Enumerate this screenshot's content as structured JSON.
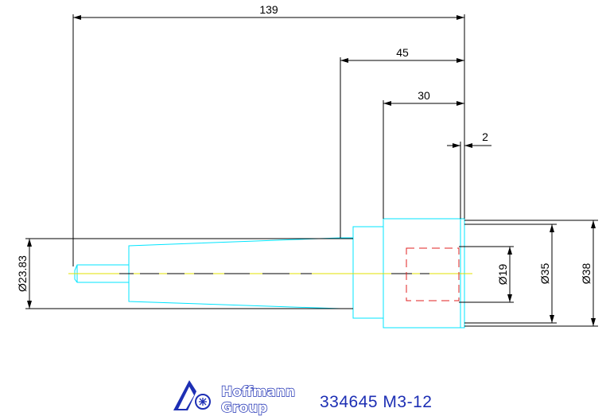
{
  "drawing": {
    "dimensions": {
      "overall_length": "139",
      "length_45": "45",
      "length_30": "30",
      "length_2": "2",
      "dia_left": "Ø23.83",
      "dia_19": "Ø19",
      "dia_35": "Ø35",
      "dia_38": "Ø38"
    },
    "colors": {
      "outline": "#00e5ff",
      "centerline": "#e0e000",
      "hidden": "#e02020",
      "dimension": "#000000",
      "brand": "#1d2fb4"
    }
  },
  "title_block": {
    "logo_line1": "Hoffmann",
    "logo_line2": "Group",
    "part_number": "334645 M3-12"
  }
}
